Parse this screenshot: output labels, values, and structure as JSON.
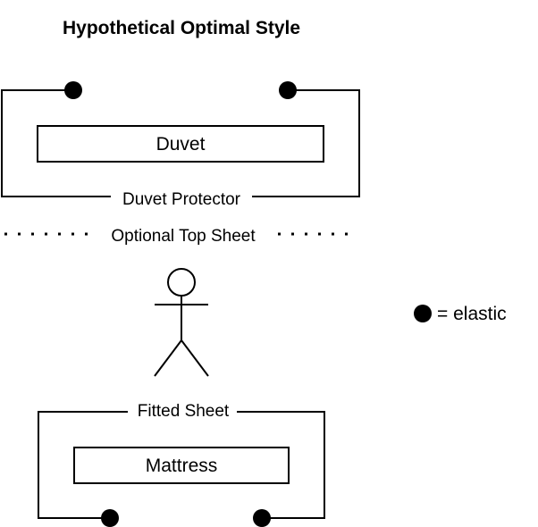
{
  "diagram": {
    "title": "Hypothetical Optimal Style",
    "duvet": {
      "inner_label": "Duvet",
      "outer_label": "Duvet Protector"
    },
    "top_sheet": {
      "label": "Optional Top Sheet"
    },
    "mattress": {
      "inner_label": "Mattress",
      "outer_label": "Fitted Sheet"
    },
    "legend": {
      "label": "= elastic"
    }
  }
}
